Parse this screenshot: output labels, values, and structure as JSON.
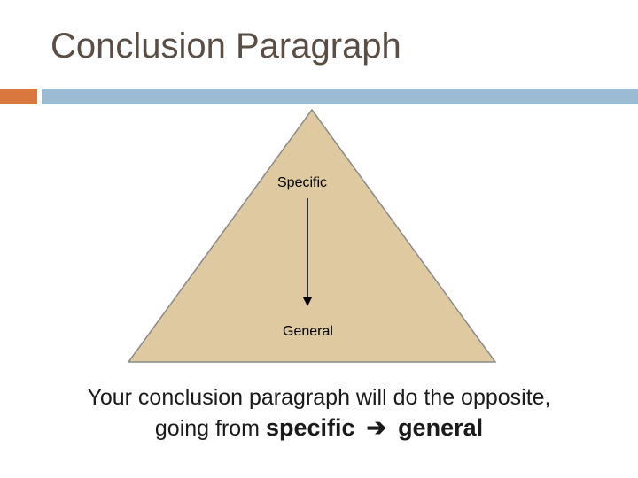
{
  "slide": {
    "title": "Conclusion Paragraph"
  },
  "diagram": {
    "top_label": "Specific",
    "bottom_label": "General",
    "fill_color": "#dfc9a0",
    "arrow_direction": "down"
  },
  "caption": {
    "line1": "Your conclusion paragraph will do the opposite,",
    "line2_prefix": "going from",
    "line2_from": "specific",
    "arrow_icon": "arrow-right-icon",
    "line2_to": "general"
  },
  "colors": {
    "title": "#5a4e44",
    "accent_orange": "#d9773f",
    "accent_blue": "#9bbad4"
  }
}
